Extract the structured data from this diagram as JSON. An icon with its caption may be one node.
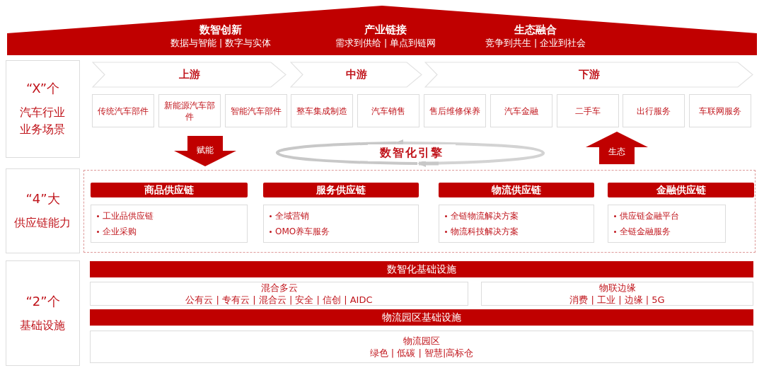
{
  "diagram": {
    "nodes": [
      {
        "text": [
          "数智创新",
          "数据与智能 | 数字与实体",
          "产业链接",
          "需求到供给 | 单点到链网",
          "生态融合",
          "竞争到共生 | 企业到社会"
        ]
      },
      {
        "text": [
          "“X”个",
          "汽车行业业务场景"
        ]
      },
      {
        "text": [
          "上游"
        ]
      },
      {
        "text": [
          "中游"
        ]
      },
      {
        "text": [
          "下游"
        ]
      },
      {
        "text": [
          "传统汽车部件"
        ]
      },
      {
        "text": [
          "新能源汽车部件"
        ]
      },
      {
        "text": [
          "智能汽车部件"
        ]
      },
      {
        "text": [
          "整车集成制造"
        ]
      },
      {
        "text": [
          "汽车销售"
        ]
      },
      {
        "text": [
          "售后维修保养"
        ]
      },
      {
        "text": [
          "汽车金融"
        ]
      },
      {
        "text": [
          "二手车"
        ]
      },
      {
        "text": [
          "出行服务"
        ]
      },
      {
        "text": [
          "车联网服务"
        ]
      },
      {
        "text": [
          "“4”大",
          "供应链能力"
        ]
      },
      {
        "text": [],
        "shape": "box"
      },
      {
        "text": [
          "商品供应链",
          "工业品供应链",
          "企业采购"
        ],
        "in": 16
      },
      {
        "text": [
          "服务供应链",
          "全域营销",
          "OMO养车服务"
        ],
        "in": 16
      },
      {
        "text": [
          "物流供应链",
          "全链物流解决方案",
          "物流科技解决方案"
        ],
        "in": 16
      },
      {
        "text": [
          "金融供应链",
          "供应链金融平台",
          "全链金融服务"
        ],
        "in": 16
      },
      {
        "text": [
          "“2”个",
          "基础设施"
        ]
      },
      {
        "text": [
          "数智化基础设施"
        ]
      },
      {
        "text": [
          "混合多云",
          "公有云 | 专有云 | 混合云 | 安全 | 信创 | AIDC"
        ]
      },
      {
        "text": [
          "物联边缘",
          "消费 | 工业 | 边缘 | 5G"
        ]
      },
      {
        "text": [
          "物流园区基础设施"
        ]
      },
      {
        "text": [
          "物流园区",
          "绿色 | 低碳 | 智慧|高标仓"
        ]
      }
    ],
    "edges": [
      {
        "from": 6,
        "to": 16,
        "arrow": "to",
        "label": "赋能",
        "style": "thick"
      },
      {
        "from": 16,
        "to": 12,
        "arrow": "to",
        "label": "生态",
        "style": "thick"
      }
    ],
    "labels": [
      "数智化引擎"
    ]
  }
}
